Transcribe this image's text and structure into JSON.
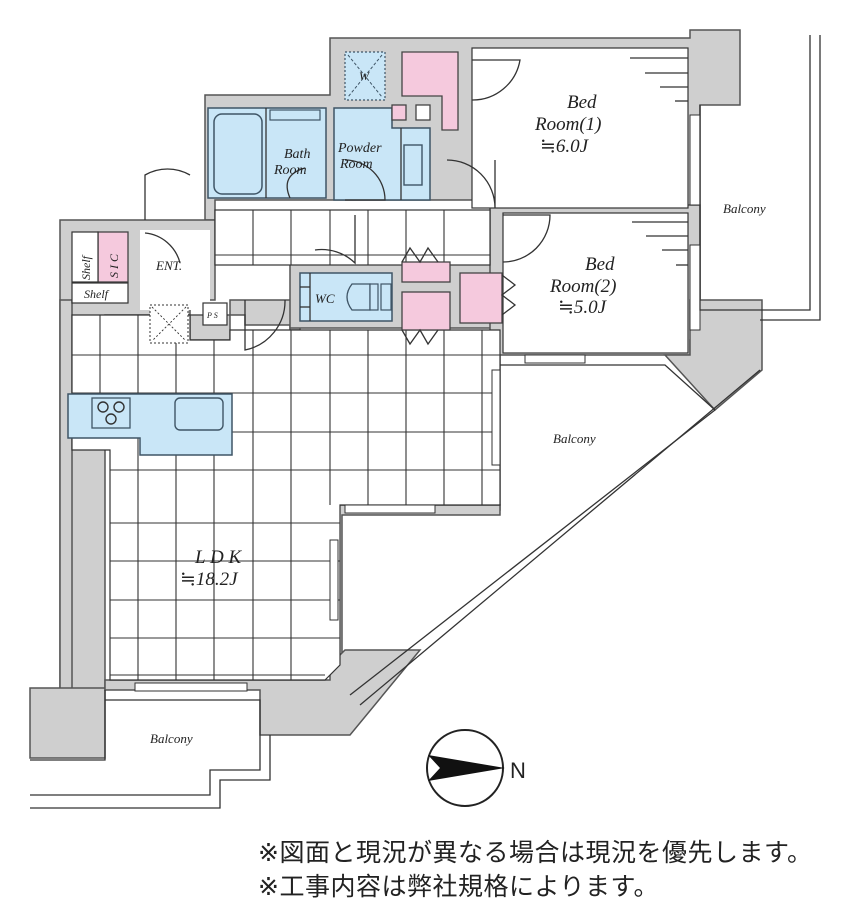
{
  "floor_plan": {
    "rooms": [
      {
        "id": "bedroom1",
        "label_line1": "Bed",
        "label_line2": "Room(1)",
        "area": "≒6.0J"
      },
      {
        "id": "bedroom2",
        "label_line1": "Bed",
        "label_line2": "Room(2)",
        "area": "≒5.0J"
      },
      {
        "id": "ldk",
        "label_line1": "L D K",
        "area": "≒18.2J"
      },
      {
        "id": "bathroom",
        "label_line1": "Bath",
        "label_line2": "Room"
      },
      {
        "id": "powder_room",
        "label_line1": "Powder",
        "label_line2": "Room"
      },
      {
        "id": "wc",
        "label_line1": "WC"
      },
      {
        "id": "entrance",
        "label_line1": "ENT."
      },
      {
        "id": "sic",
        "label_line1": "S I C"
      },
      {
        "id": "shelf_vertical",
        "label_line1": "Shelf"
      },
      {
        "id": "shelf_horizontal",
        "label_line1": "Shelf"
      },
      {
        "id": "ps",
        "label_line1": "P S"
      },
      {
        "id": "washer",
        "label_line1": "W"
      }
    ],
    "balconies": [
      {
        "id": "balcony_east",
        "label": "Balcony"
      },
      {
        "id": "balcony_triangle",
        "label": "Balcony"
      },
      {
        "id": "balcony_south",
        "label": "Balcony"
      }
    ],
    "compass": {
      "label": "N",
      "direction": "right"
    },
    "colors": {
      "wall": "#cfcfcf",
      "wet_area": "#c9e6f7",
      "storage": "#f5c9dd",
      "line": "#333333"
    }
  },
  "notes": [
    "※図面と現況が異なる場合は現況を優先します。",
    "※工事内容は弊社規格によります。"
  ]
}
